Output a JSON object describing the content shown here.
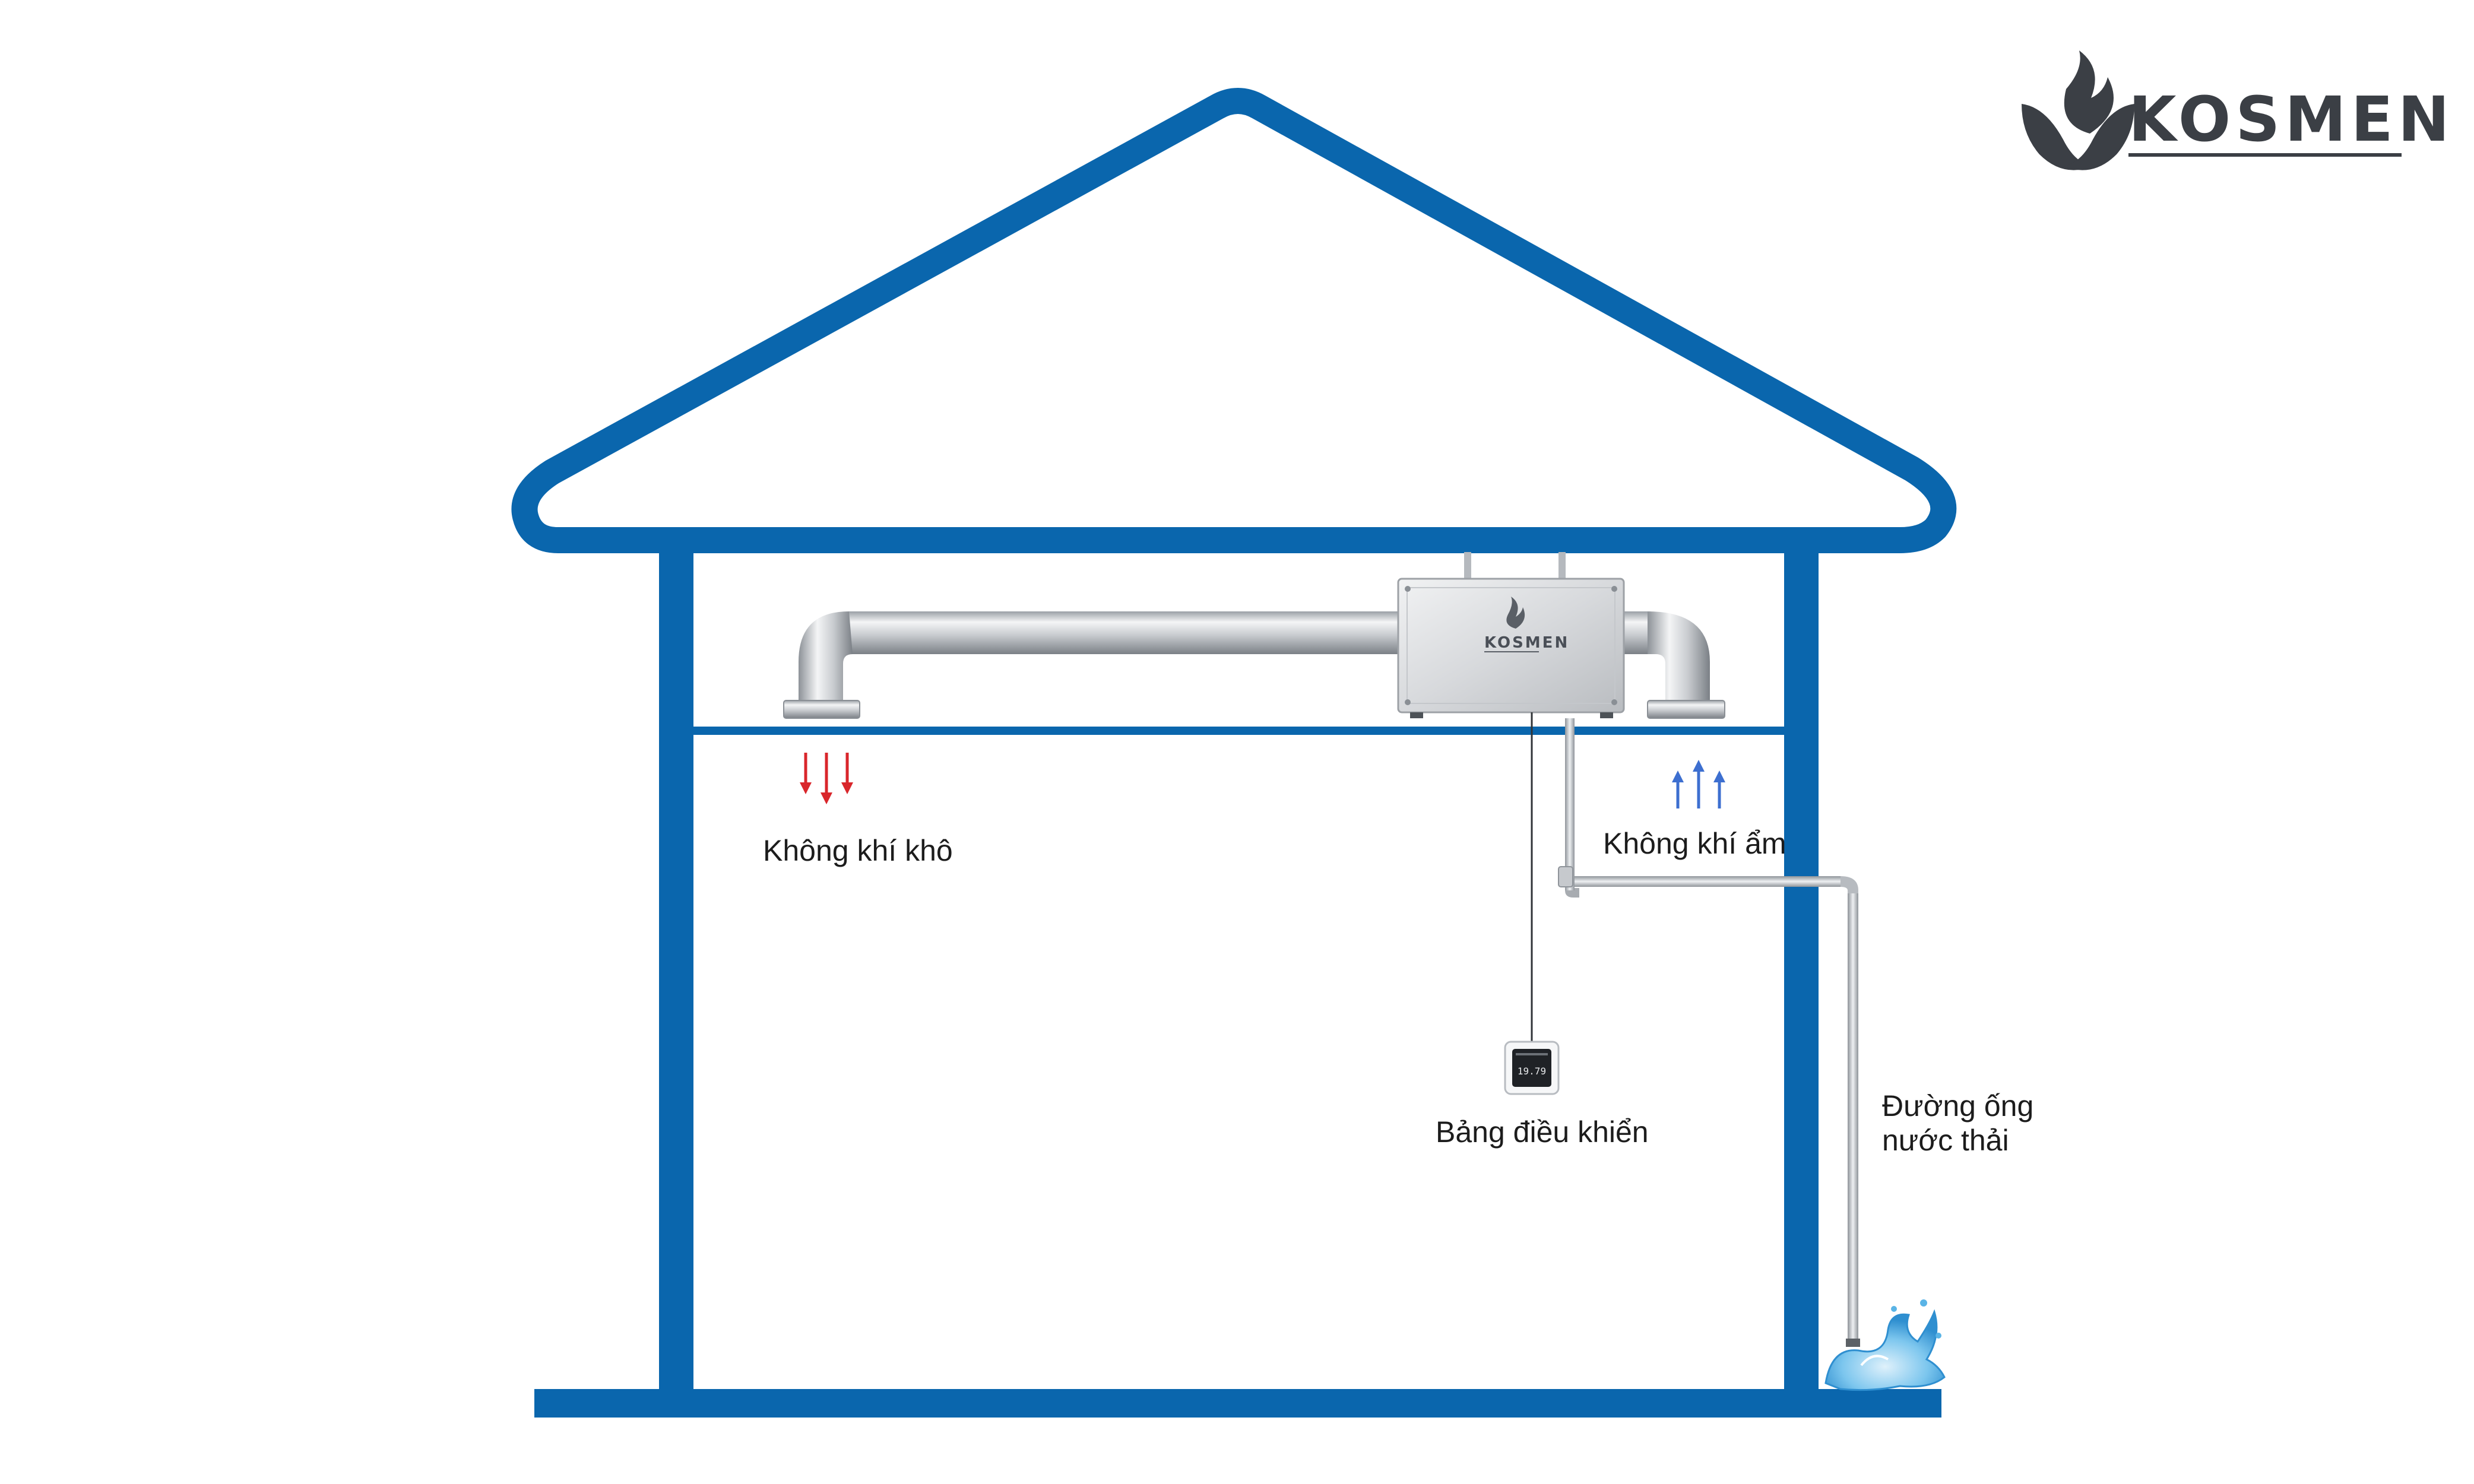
{
  "brand": {
    "name": "KOSMEN",
    "icon": "flame-leaf-emblem-icon"
  },
  "labels": {
    "dry_air": "Không khí khô",
    "moist_air": "Không khí ẩm",
    "control_panel": "Bảng điều khiển",
    "drain_pipe_line1": "Đường ống",
    "drain_pipe_line2": "nước thải"
  },
  "device": {
    "unit_logo": "KOSMEN",
    "controller_display": "19.79"
  },
  "colors": {
    "house_outline": "#0a66ad",
    "dry_air_arrows": "#d9262b",
    "moist_air_arrows": "#3d6fd0",
    "water": "#5ab4e6"
  }
}
